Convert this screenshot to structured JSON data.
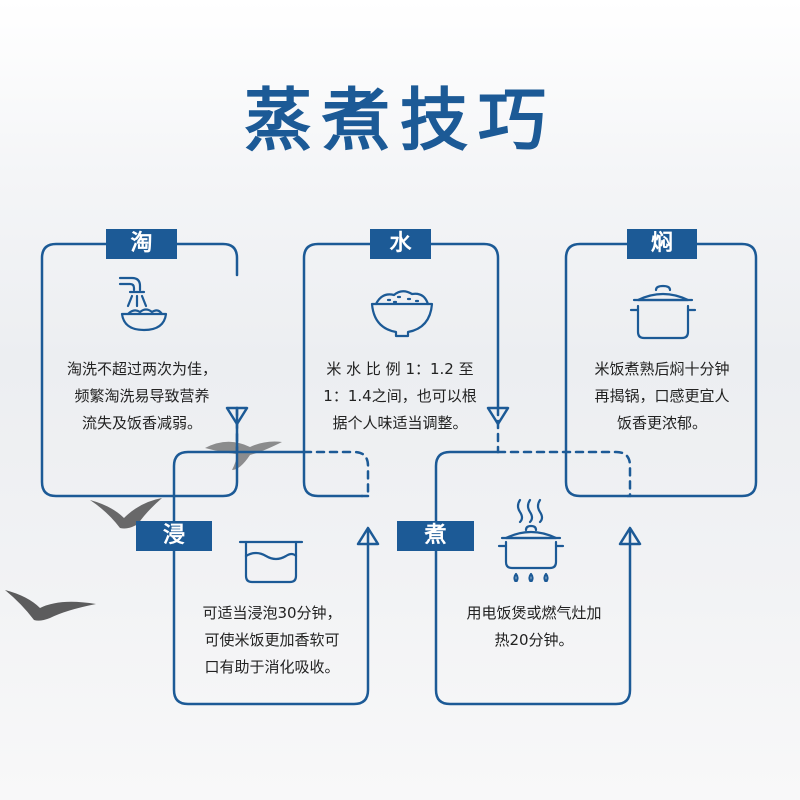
{
  "title": "蒸煮技巧",
  "colors": {
    "primary": "#1c5a96",
    "text": "#222222"
  },
  "steps": [
    {
      "tag": "淘",
      "icon": "rinse-bowl-icon",
      "lines": [
        "淘洗不超过两次为佳，",
        "频繁淘洗易导致营养",
        "流失及饭香减弱。"
      ]
    },
    {
      "tag": "水",
      "icon": "rice-bowl-icon",
      "lines": [
        "米 水 比 例 1：1.2 至",
        "1：1.4之间，也可以根",
        "据个人味适当调整。"
      ]
    },
    {
      "tag": "焖",
      "icon": "pot-icon",
      "lines": [
        "米饭煮熟后焖十分钟",
        "再揭锅，口感更宜人",
        "饭香更浓郁。"
      ]
    },
    {
      "tag": "浸",
      "icon": "soak-container-icon",
      "lines": [
        "可适当浸泡30分钟，",
        "可使米饭更加香软可",
        "口有助于消化吸收。"
      ]
    },
    {
      "tag": "煮",
      "icon": "steaming-pot-icon",
      "lines": [
        "用电饭煲或燃气灶加",
        "热20分钟。"
      ]
    }
  ]
}
